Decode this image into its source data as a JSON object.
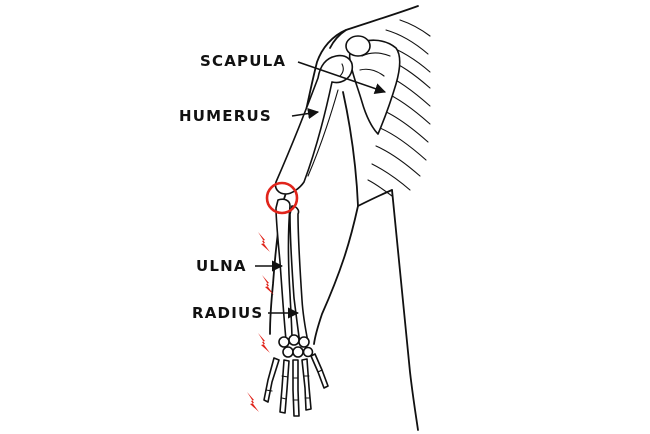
{
  "labels": {
    "scapula": "SCAPULA",
    "humerus": "HUMERUS",
    "ulna": "ULNA",
    "radius": "RADIUS"
  },
  "icons": {
    "elbow_marker": "red-circle-icon",
    "pain": "lightning-bolt-icon"
  },
  "colors": {
    "line": "#111111",
    "highlight": "#e0241b",
    "background": "#ffffff"
  }
}
